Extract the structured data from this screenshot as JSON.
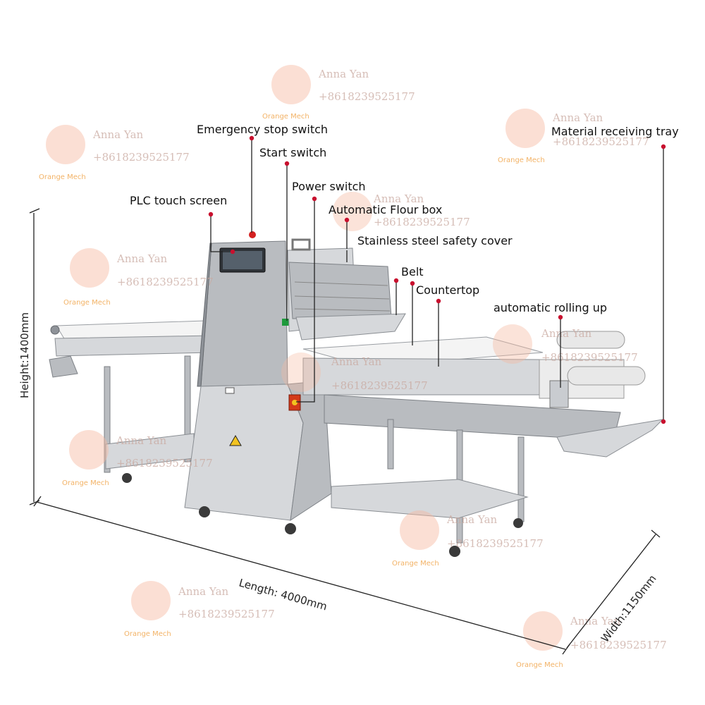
{
  "labels": {
    "emergency_stop": "Emergency stop switch",
    "start_switch": "Start switch",
    "plc_screen": "PLC touch screen",
    "power_switch": "Power switch",
    "flour_box": "Automatic Flour box",
    "safety_cover": "Stainless steel safety cover",
    "belt": "Belt",
    "countertop": "Countertop",
    "rolling_up": "automatic rolling up",
    "receiving_tray": "Material receiving tray"
  },
  "dimensions": {
    "height": "Height:1400mm",
    "length": "Length:  4000mm",
    "width": "Width:1150mm"
  },
  "watermark": {
    "name": "Anna Yan",
    "phone": "+8618239525177",
    "brand": "Orange Mech"
  },
  "colors": {
    "leader_dot": "#c8102e",
    "watermark_text": "#c9a9a0",
    "watermark_brand": "#f0a040"
  }
}
